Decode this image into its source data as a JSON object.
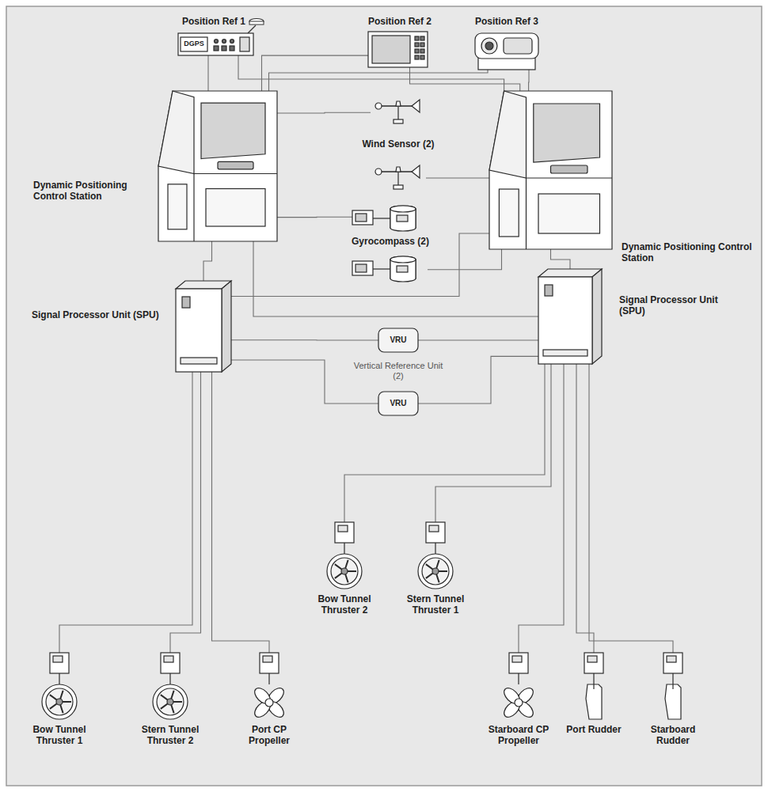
{
  "diagram": {
    "nodes": [
      {
        "text": [
          "Position Ref 1",
          "DGPS"
        ]
      },
      {
        "text": [
          "Position Ref 2"
        ]
      },
      {
        "text": [
          "Position Ref 3"
        ]
      },
      {
        "text": [
          "Dynamic Positioning Control Station"
        ]
      },
      {
        "text": [
          "Dynamic Positioning Control Station"
        ]
      },
      {
        "text": [
          "Wind Sensor (2)"
        ]
      },
      {
        "text": [
          "Gyrocompass (2)"
        ]
      },
      {
        "text": [
          "Signal Processor Unit (SPU)"
        ]
      },
      {
        "text": [
          "Signal Processor Unit (SPU)"
        ]
      },
      {
        "text": [
          "VRU"
        ]
      },
      {
        "text": [
          "VRU"
        ]
      },
      {
        "text": [
          "Bow Tunnel Thruster 1"
        ]
      },
      {
        "text": [
          "Stern Tunnel Thruster 2"
        ]
      },
      {
        "text": [
          "Port CP Propeller"
        ]
      },
      {
        "text": [
          "Bow Tunnel Thruster 2"
        ]
      },
      {
        "text": [
          "Stern Tunnel Thruster 1"
        ]
      },
      {
        "text": [
          "Starboard CP Propeller"
        ]
      },
      {
        "text": [
          "Port Rudder"
        ]
      },
      {
        "text": [
          "Starboard Rudder"
        ]
      }
    ],
    "edges": [
      {
        "from": 0,
        "to": 3,
        "arrow": "none"
      },
      {
        "from": 0,
        "to": 4,
        "arrow": "none"
      },
      {
        "from": 1,
        "to": 3,
        "arrow": "none"
      },
      {
        "from": 1,
        "to": 4,
        "arrow": "none"
      },
      {
        "from": 2,
        "to": 3,
        "arrow": "none"
      },
      {
        "from": 2,
        "to": 4,
        "arrow": "none"
      },
      {
        "from": 3,
        "to": 5,
        "arrow": "none"
      },
      {
        "from": 4,
        "to": 5,
        "arrow": "none"
      },
      {
        "from": 3,
        "to": 6,
        "arrow": "none"
      },
      {
        "from": 4,
        "to": 6,
        "arrow": "none"
      },
      {
        "from": 3,
        "to": 7,
        "arrow": "none"
      },
      {
        "from": 3,
        "to": 8,
        "arrow": "none"
      },
      {
        "from": 4,
        "to": 8,
        "arrow": "none"
      },
      {
        "from": 4,
        "to": 7,
        "arrow": "none"
      },
      {
        "from": 9,
        "to": 7,
        "arrow": "none"
      },
      {
        "from": 9,
        "to": 8,
        "arrow": "none"
      },
      {
        "from": 10,
        "to": 7,
        "arrow": "none"
      },
      {
        "from": 10,
        "to": 8,
        "arrow": "none"
      },
      {
        "from": 7,
        "to": 11,
        "arrow": "none"
      },
      {
        "from": 7,
        "to": 12,
        "arrow": "none"
      },
      {
        "from": 7,
        "to": 13,
        "arrow": "none"
      },
      {
        "from": 8,
        "to": 14,
        "arrow": "none"
      },
      {
        "from": 8,
        "to": 15,
        "arrow": "none"
      },
      {
        "from": 8,
        "to": 16,
        "arrow": "none"
      },
      {
        "from": 8,
        "to": 17,
        "arrow": "none"
      },
      {
        "from": 8,
        "to": 18,
        "arrow": "none"
      }
    ],
    "labels": [
      "Vertical Reference Unit (2)"
    ]
  }
}
